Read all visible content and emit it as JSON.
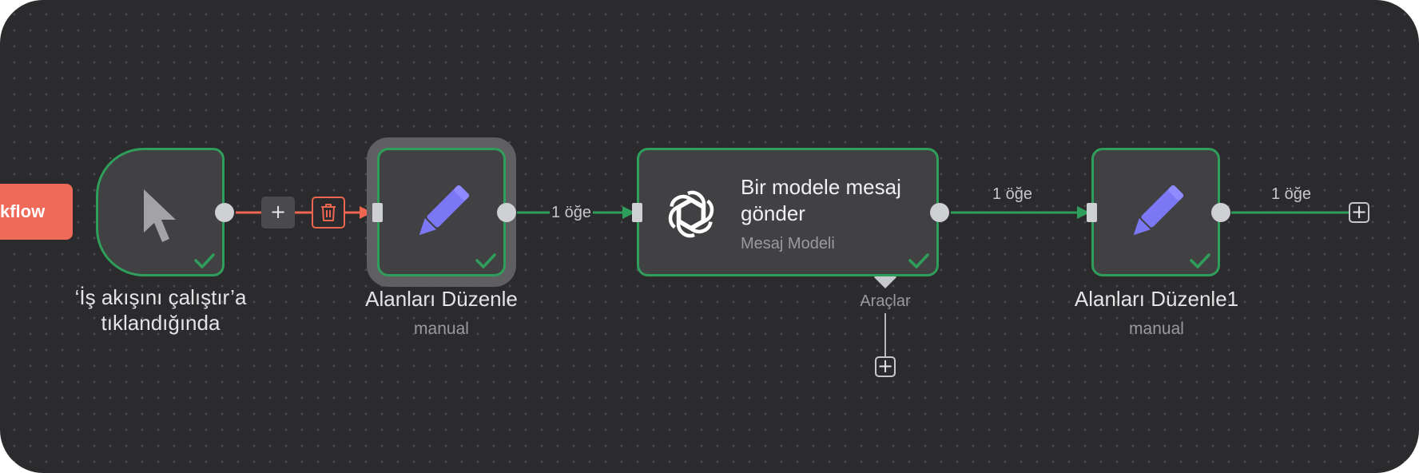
{
  "canvas": {
    "background": "#2b2b2d",
    "accent_success": "#2f9e5a",
    "accent_danger": "#ec6650",
    "workflow_button_color": "#ef6a58",
    "icon_color": "#7b77f5"
  },
  "workflow_tab": {
    "label": "kflow"
  },
  "nodes": {
    "trigger": {
      "label_line1": "‘İş akışını çalıştır’a",
      "label_line2": "tıklandığında",
      "icon": "mouse-pointer-icon",
      "status": "success-check-icon"
    },
    "edit1": {
      "label": "Alanları Düzenle",
      "sublabel": "manual",
      "icon": "pencil-icon",
      "status": "success-check-icon"
    },
    "ai": {
      "title_line1": "Bir modele mesaj",
      "title_line2": "gönder",
      "subtitle": "Mesaj Modeli",
      "icon": "openai-logo-icon",
      "tools_label": "Araçlar",
      "status": "success-check-icon"
    },
    "edit2": {
      "label": "Alanları Düzenle1",
      "sublabel": "manual",
      "icon": "pencil-icon",
      "status": "success-check-icon"
    }
  },
  "edges": {
    "trigger_to_edit1": {
      "add_label": "+",
      "delete_icon": "trash-icon"
    },
    "edit1_to_ai": {
      "label": "1 öğe"
    },
    "ai_to_edit2": {
      "label": "1 öğe"
    },
    "edit2_out": {
      "label": "1 öğe"
    }
  },
  "add_node_symbol": "+"
}
